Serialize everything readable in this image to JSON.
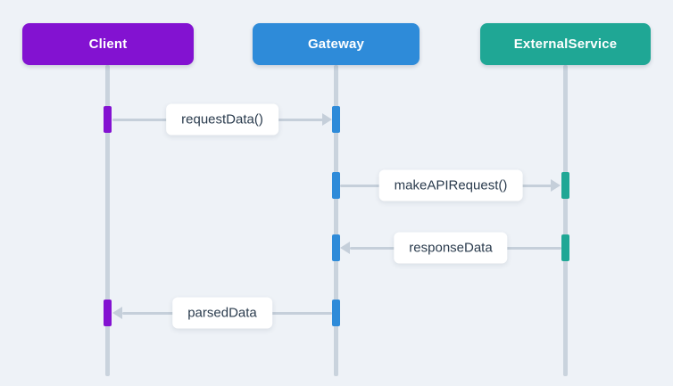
{
  "diagram": {
    "type": "sequence-diagram",
    "background_color": "#EEF2F7",
    "lifeline_color": "#C9D3DD",
    "arrow_color": "#C5CFDA",
    "message_text_color": "#2A3B4D",
    "message_box_color": "#FFFFFF",
    "actors": [
      {
        "id": "client",
        "label": "Client",
        "color": "#8312D1"
      },
      {
        "id": "gateway",
        "label": "Gateway",
        "color": "#2E8BD9"
      },
      {
        "id": "external-service",
        "label": "ExternalService",
        "color": "#1FA795"
      }
    ],
    "messages": [
      {
        "label": "requestData()",
        "from": "Client",
        "to": "Gateway",
        "direction": "right"
      },
      {
        "label": "makeAPIRequest()",
        "from": "Gateway",
        "to": "ExternalService",
        "direction": "right"
      },
      {
        "label": "responseData",
        "from": "ExternalService",
        "to": "Gateway",
        "direction": "left"
      },
      {
        "label": "parsedData",
        "from": "Gateway",
        "to": "Client",
        "direction": "left"
      }
    ]
  }
}
